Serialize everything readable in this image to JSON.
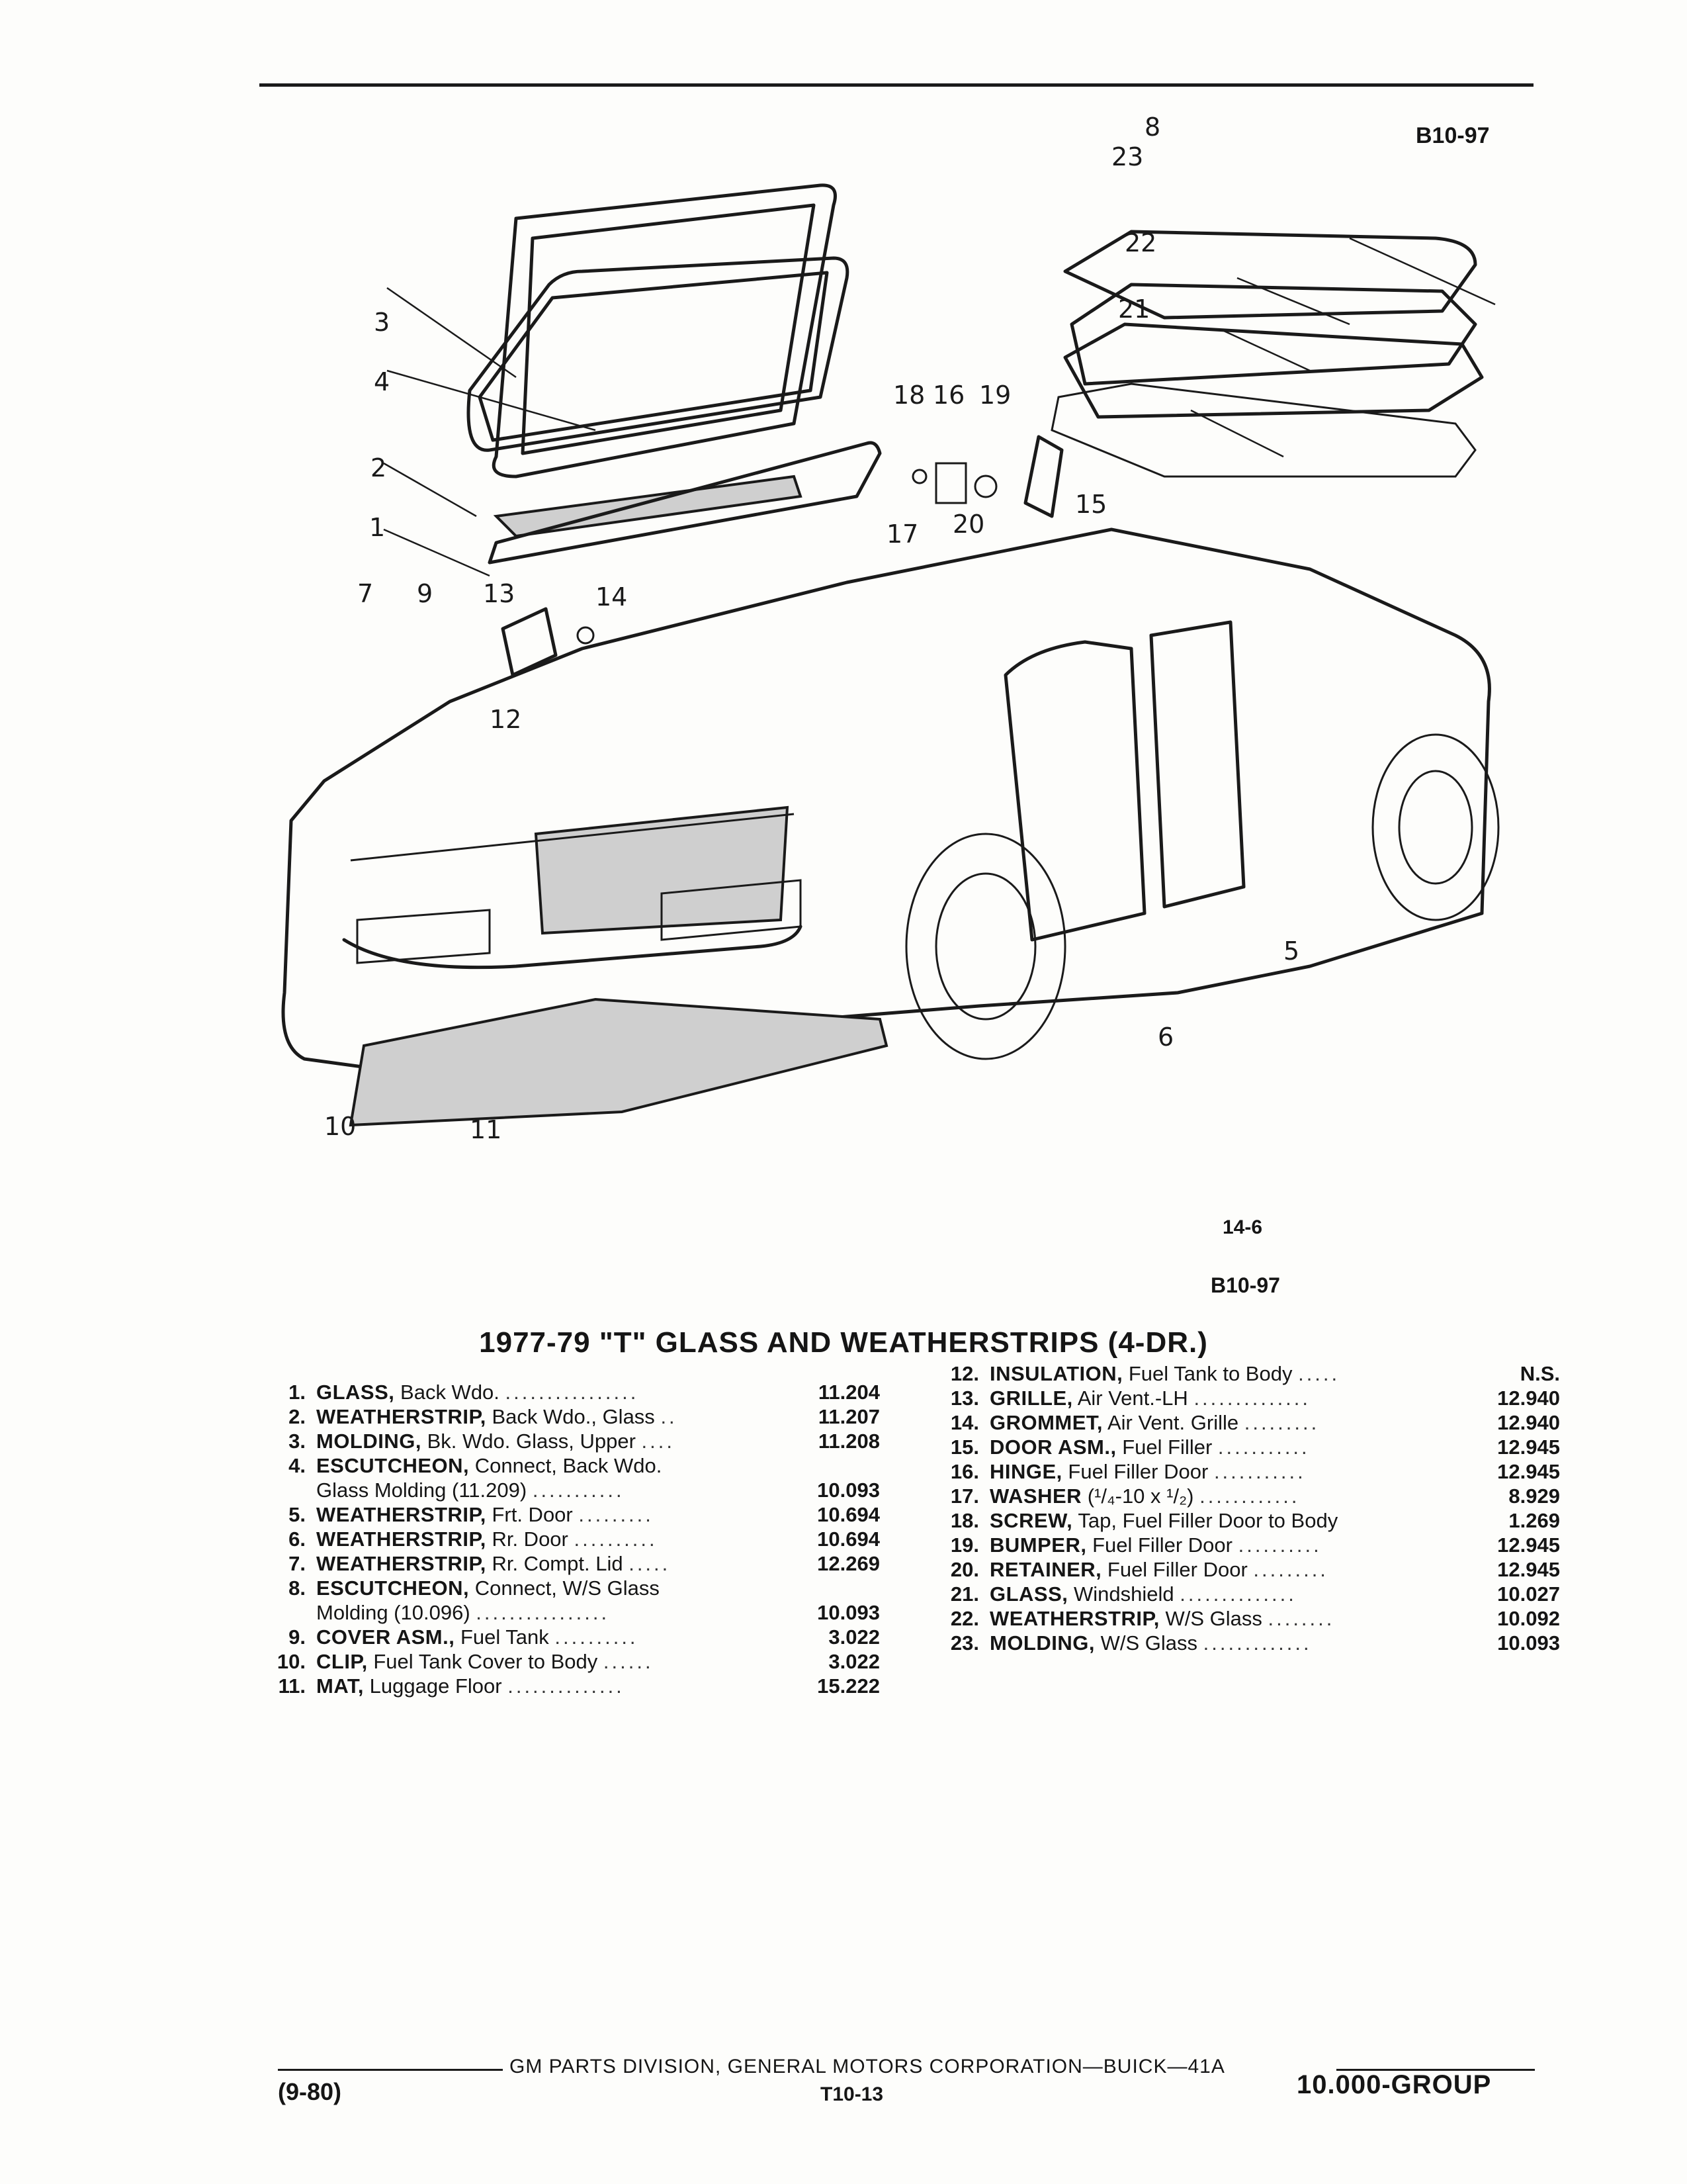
{
  "header": {
    "code_top": "B10-97"
  },
  "figure": {
    "page_ref": "14-6",
    "code_bottom": "B10-97",
    "callouts": [
      "1",
      "2",
      "3",
      "4",
      "5",
      "6",
      "7",
      "8",
      "9",
      "10",
      "11",
      "12",
      "13",
      "14",
      "15",
      "16",
      "17",
      "18",
      "19",
      "20",
      "21",
      "22",
      "23"
    ]
  },
  "title": "1977-79 \"T\" GLASS AND WEATHERSTRIPS (4-DR.)",
  "parts_left": [
    {
      "num": "1.",
      "name": "GLASS,",
      "desc": "Back Wdo.",
      "dots": "................",
      "value": "11.204"
    },
    {
      "num": "2.",
      "name": "WEATHERSTRIP,",
      "desc": "Back Wdo., Glass",
      "dots": "..",
      "value": "11.207"
    },
    {
      "num": "3.",
      "name": "MOLDING,",
      "desc": "Bk. Wdo. Glass, Upper",
      "dots": "....",
      "value": "11.208"
    },
    {
      "num": "4.",
      "name": "ESCUTCHEON,",
      "desc": "Connect, Back Wdo.",
      "dots": "",
      "value": ""
    },
    {
      "num": "",
      "name": "",
      "desc": "Glass Molding (11.209)",
      "dots": "...........",
      "value": "10.093"
    },
    {
      "num": "5.",
      "name": "WEATHERSTRIP,",
      "desc": "Frt. Door",
      "dots": ".........",
      "value": "10.694"
    },
    {
      "num": "6.",
      "name": "WEATHERSTRIP,",
      "desc": "Rr. Door",
      "dots": "..........",
      "value": "10.694"
    },
    {
      "num": "7.",
      "name": "WEATHERSTRIP,",
      "desc": "Rr. Compt. Lid",
      "dots": ".....",
      "value": "12.269"
    },
    {
      "num": "8.",
      "name": "ESCUTCHEON,",
      "desc": "Connect, W/S Glass",
      "dots": "",
      "value": ""
    },
    {
      "num": "",
      "name": "",
      "desc": "Molding (10.096)",
      "dots": "................",
      "value": "10.093"
    },
    {
      "num": "9.",
      "name": "COVER ASM.,",
      "desc": "Fuel Tank",
      "dots": "..........",
      "value": "3.022"
    },
    {
      "num": "10.",
      "name": "CLIP,",
      "desc": "Fuel Tank Cover to Body",
      "dots": "......",
      "value": "3.022"
    },
    {
      "num": "11.",
      "name": "MAT,",
      "desc": "Luggage Floor",
      "dots": "..............",
      "value": "15.222"
    }
  ],
  "parts_right": [
    {
      "num": "12.",
      "name": "INSULATION,",
      "desc": "Fuel Tank to Body",
      "dots": ".....",
      "value": "N.S."
    },
    {
      "num": "13.",
      "name": "GRILLE,",
      "desc": "Air Vent.-LH",
      "dots": "..............",
      "value": "12.940"
    },
    {
      "num": "14.",
      "name": "GROMMET,",
      "desc": "Air Vent. Grille",
      "dots": ".........",
      "value": "12.940"
    },
    {
      "num": "15.",
      "name": "DOOR ASM.,",
      "desc": "Fuel Filler",
      "dots": "...........",
      "value": "12.945"
    },
    {
      "num": "16.",
      "name": "HINGE,",
      "desc": "Fuel Filler Door",
      "dots": "...........",
      "value": "12.945"
    },
    {
      "num": "17.",
      "name": "WASHER",
      "desc": "(¹/₄-10 x ¹/₂)",
      "dots": "............",
      "value": "8.929"
    },
    {
      "num": "18.",
      "name": "SCREW,",
      "desc": "Tap, Fuel Filler Door to Body",
      "dots": "",
      "value": "1.269"
    },
    {
      "num": "19.",
      "name": "BUMPER,",
      "desc": "Fuel Filler Door",
      "dots": "..........",
      "value": "12.945"
    },
    {
      "num": "20.",
      "name": "RETAINER,",
      "desc": "Fuel Filler Door",
      "dots": ".........",
      "value": "12.945"
    },
    {
      "num": "21.",
      "name": "GLASS,",
      "desc": "Windshield",
      "dots": "..............",
      "value": "10.027"
    },
    {
      "num": "22.",
      "name": "WEATHERSTRIP,",
      "desc": "W/S Glass",
      "dots": "........",
      "value": "10.092"
    },
    {
      "num": "23.",
      "name": "MOLDING,",
      "desc": "W/S Glass",
      "dots": ".............",
      "value": "10.093"
    }
  ],
  "footer": {
    "corporation": "GM PARTS DIVISION, GENERAL MOTORS CORPORATION—BUICK—41A",
    "date": "(9-80)",
    "page": "T10-13",
    "group": "10.000-GROUP"
  }
}
